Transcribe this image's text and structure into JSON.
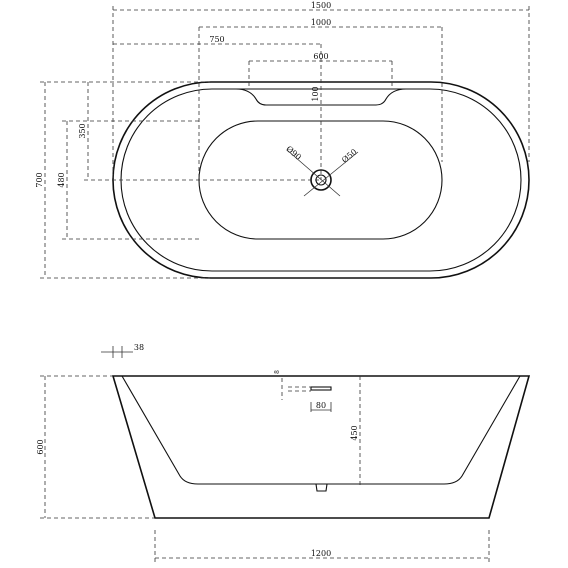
{
  "top_view": {
    "dim_overall_length": "1500",
    "dim_inner_length": "1000",
    "dim_half_length": "750",
    "dim_pillow_width": "600",
    "dim_pillow_depth": "100",
    "dim_overall_width": "700",
    "dim_basin_width": "480",
    "dim_drain_offset": "350",
    "dim_drain_outer": "Ø90",
    "dim_drain_inner": "Ø50"
  },
  "side_view": {
    "dim_rim_thickness": "38",
    "dim_overall_height": "600",
    "dim_inner_depth": "450",
    "dim_overflow_width": "80",
    "dim_overflow_height": "8",
    "dim_base_length": "1200"
  }
}
